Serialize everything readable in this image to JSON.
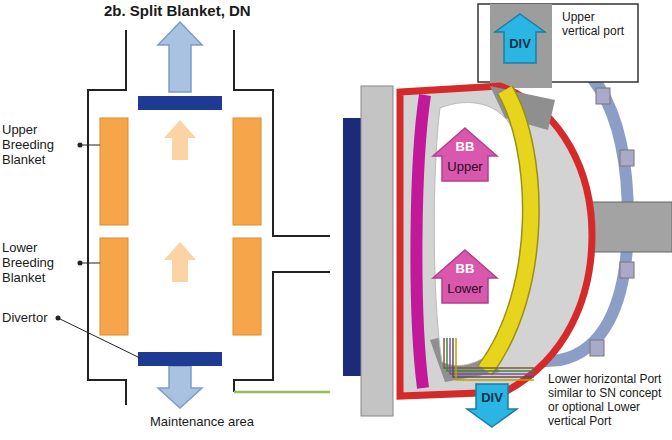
{
  "diagram": {
    "title": "2b. Split Blanket, DN",
    "nodes": [
      {
        "text": [
          "DIV"
        ]
      },
      {
        "text": [
          "BB",
          "Upper"
        ]
      },
      {
        "text": [
          "BB",
          "Lower"
        ]
      },
      {
        "text": [
          "DIV"
        ]
      }
    ],
    "labels": [
      "Upper Breeding Blanket",
      "Lower Breeding Blanket",
      "Divertor",
      "Maintenance area",
      "Upper vertical port",
      "Lower horizontal Port similar to SN concept or optional Lower vertical Port"
    ]
  }
}
